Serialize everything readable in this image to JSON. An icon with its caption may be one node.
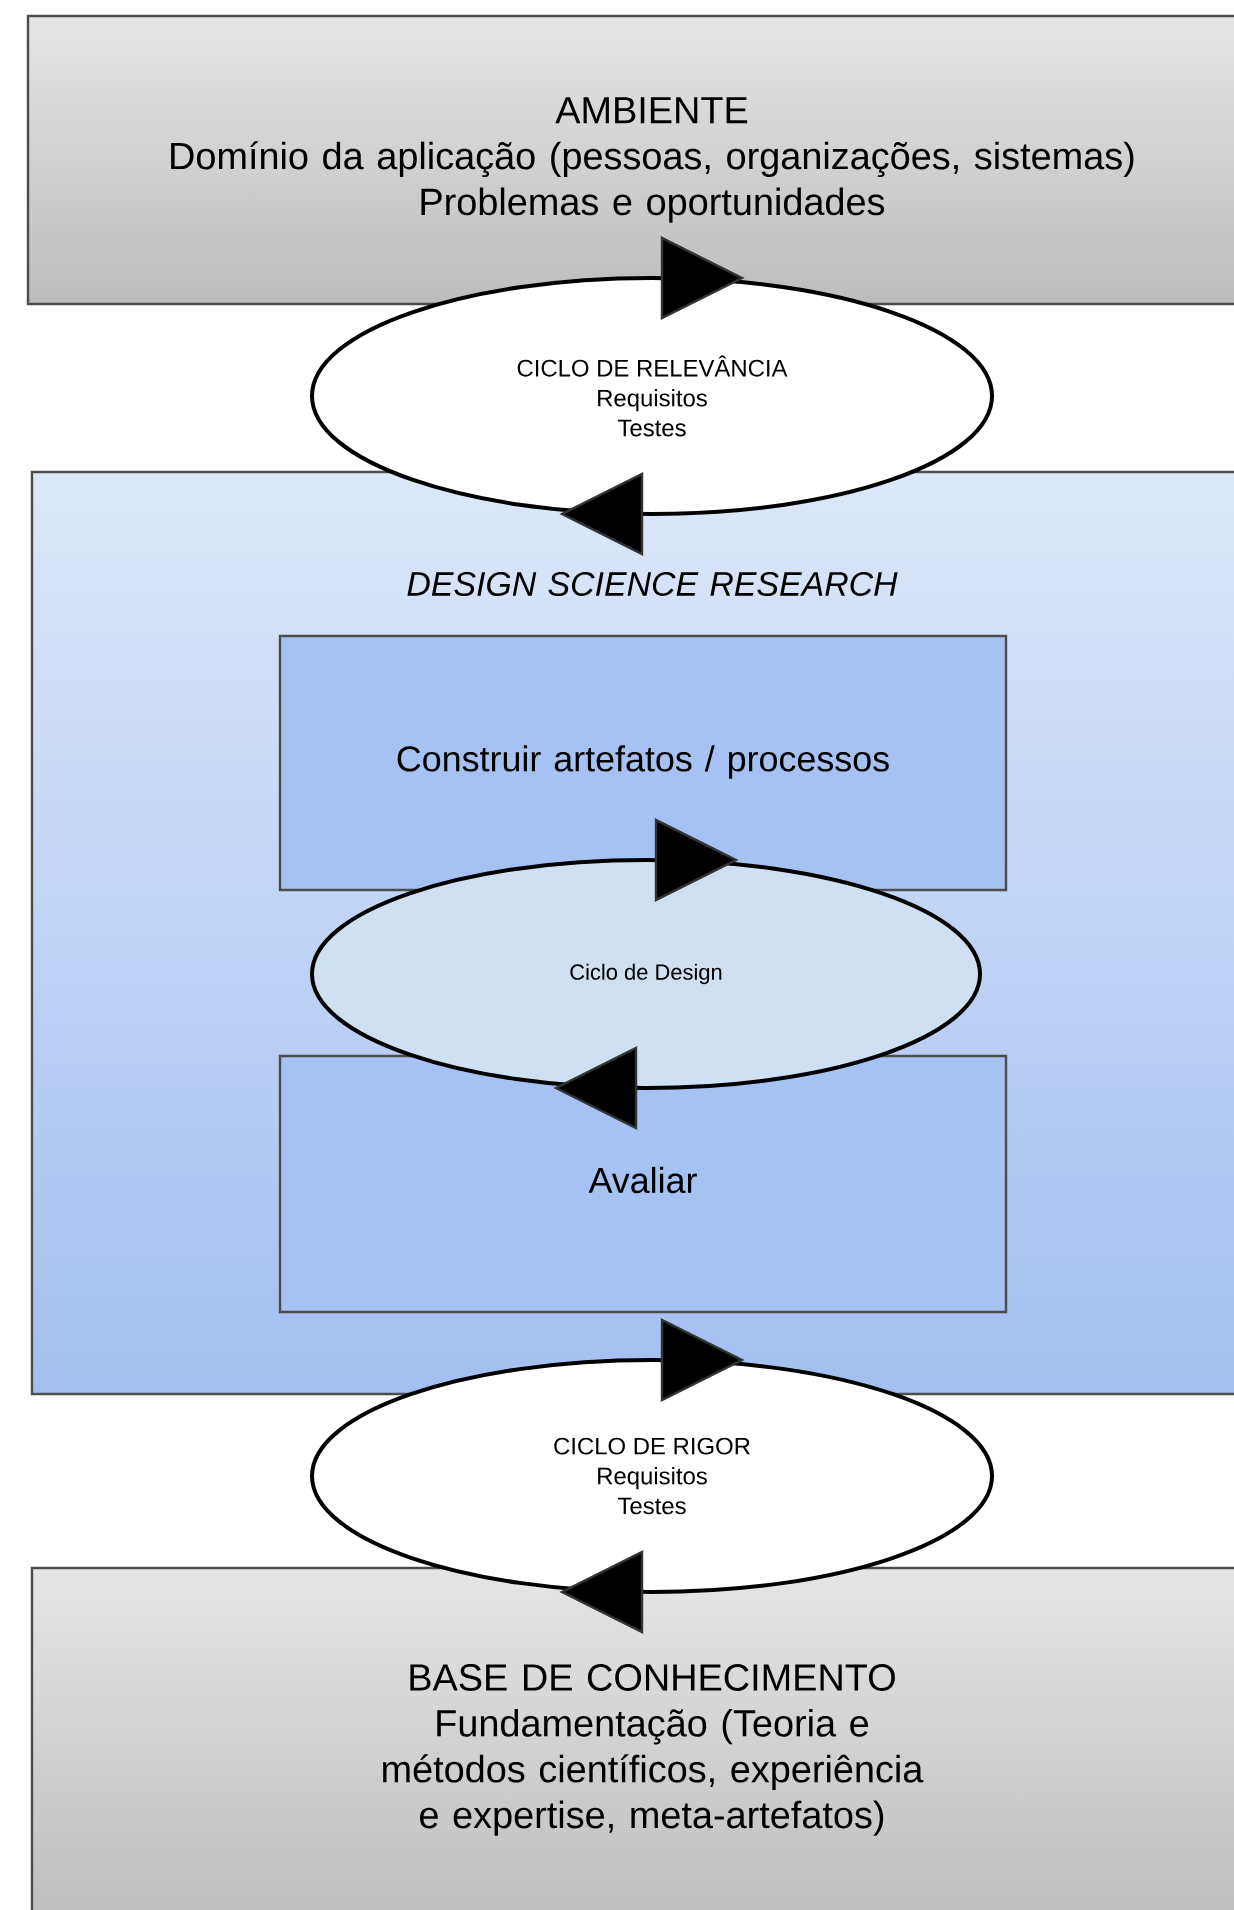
{
  "diagram": {
    "nodes": [
      {
        "text": [
          "AMBIENTE",
          "Domínio da aplicação (pessoas, organizações, sistemas)",
          "Problemas e oportunidades"
        ]
      },
      {
        "text": [
          "CICLO DE RELEVÂNCIA",
          "Requisitos",
          "Testes"
        ]
      },
      {
        "text": [
          "DESIGN SCIENCE RESEARCH"
        ]
      },
      {
        "text": [
          "Construir artefatos / processos"
        ],
        "in": 2
      },
      {
        "text": [
          "Ciclo de Design"
        ],
        "in": 2
      },
      {
        "text": [
          "Avaliar"
        ],
        "in": 2
      },
      {
        "text": [
          "CICLO DE RIGOR",
          "Requisitos",
          "Testes"
        ]
      },
      {
        "text": [
          "BASE DE CONHECIMENTO",
          "Fundamentação (Teoria e métodos científicos, experiência e expertise, meta-artefatos)"
        ]
      }
    ]
  }
}
